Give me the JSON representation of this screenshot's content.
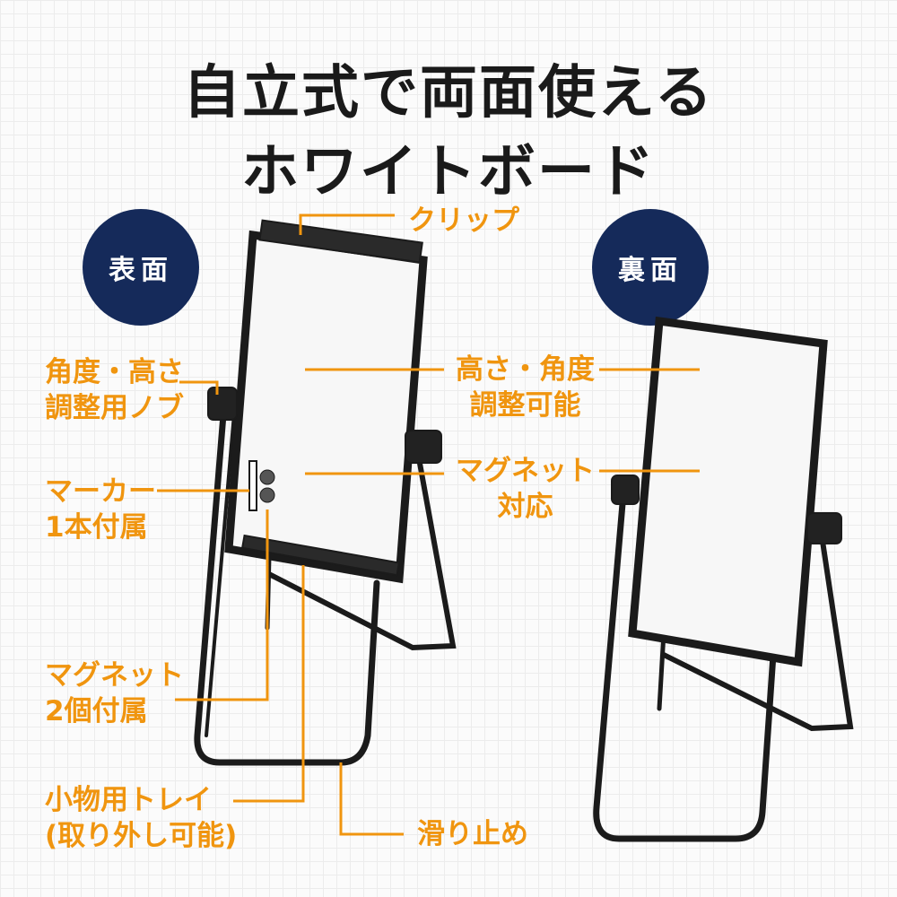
{
  "title": {
    "line1": "自立式で両面使える",
    "line2": "ホワイトボード"
  },
  "badges": {
    "front": "表面",
    "back": "裏面"
  },
  "callouts": {
    "clip": "クリップ",
    "knob": [
      "角度・高さ",
      "調整用ノブ"
    ],
    "adjust": [
      "高さ・角度",
      "調整可能"
    ],
    "marker": [
      "マーカー",
      "1本付属"
    ],
    "magnet_support": [
      "マグネット",
      "対応"
    ],
    "magnets": [
      "マグネット",
      "2個付属"
    ],
    "tray": [
      "小物用トレイ",
      "(取り外し可能)"
    ],
    "stopper": "滑り止め"
  },
  "colors": {
    "accent": "#f0950f",
    "badge": "#152a5a"
  }
}
